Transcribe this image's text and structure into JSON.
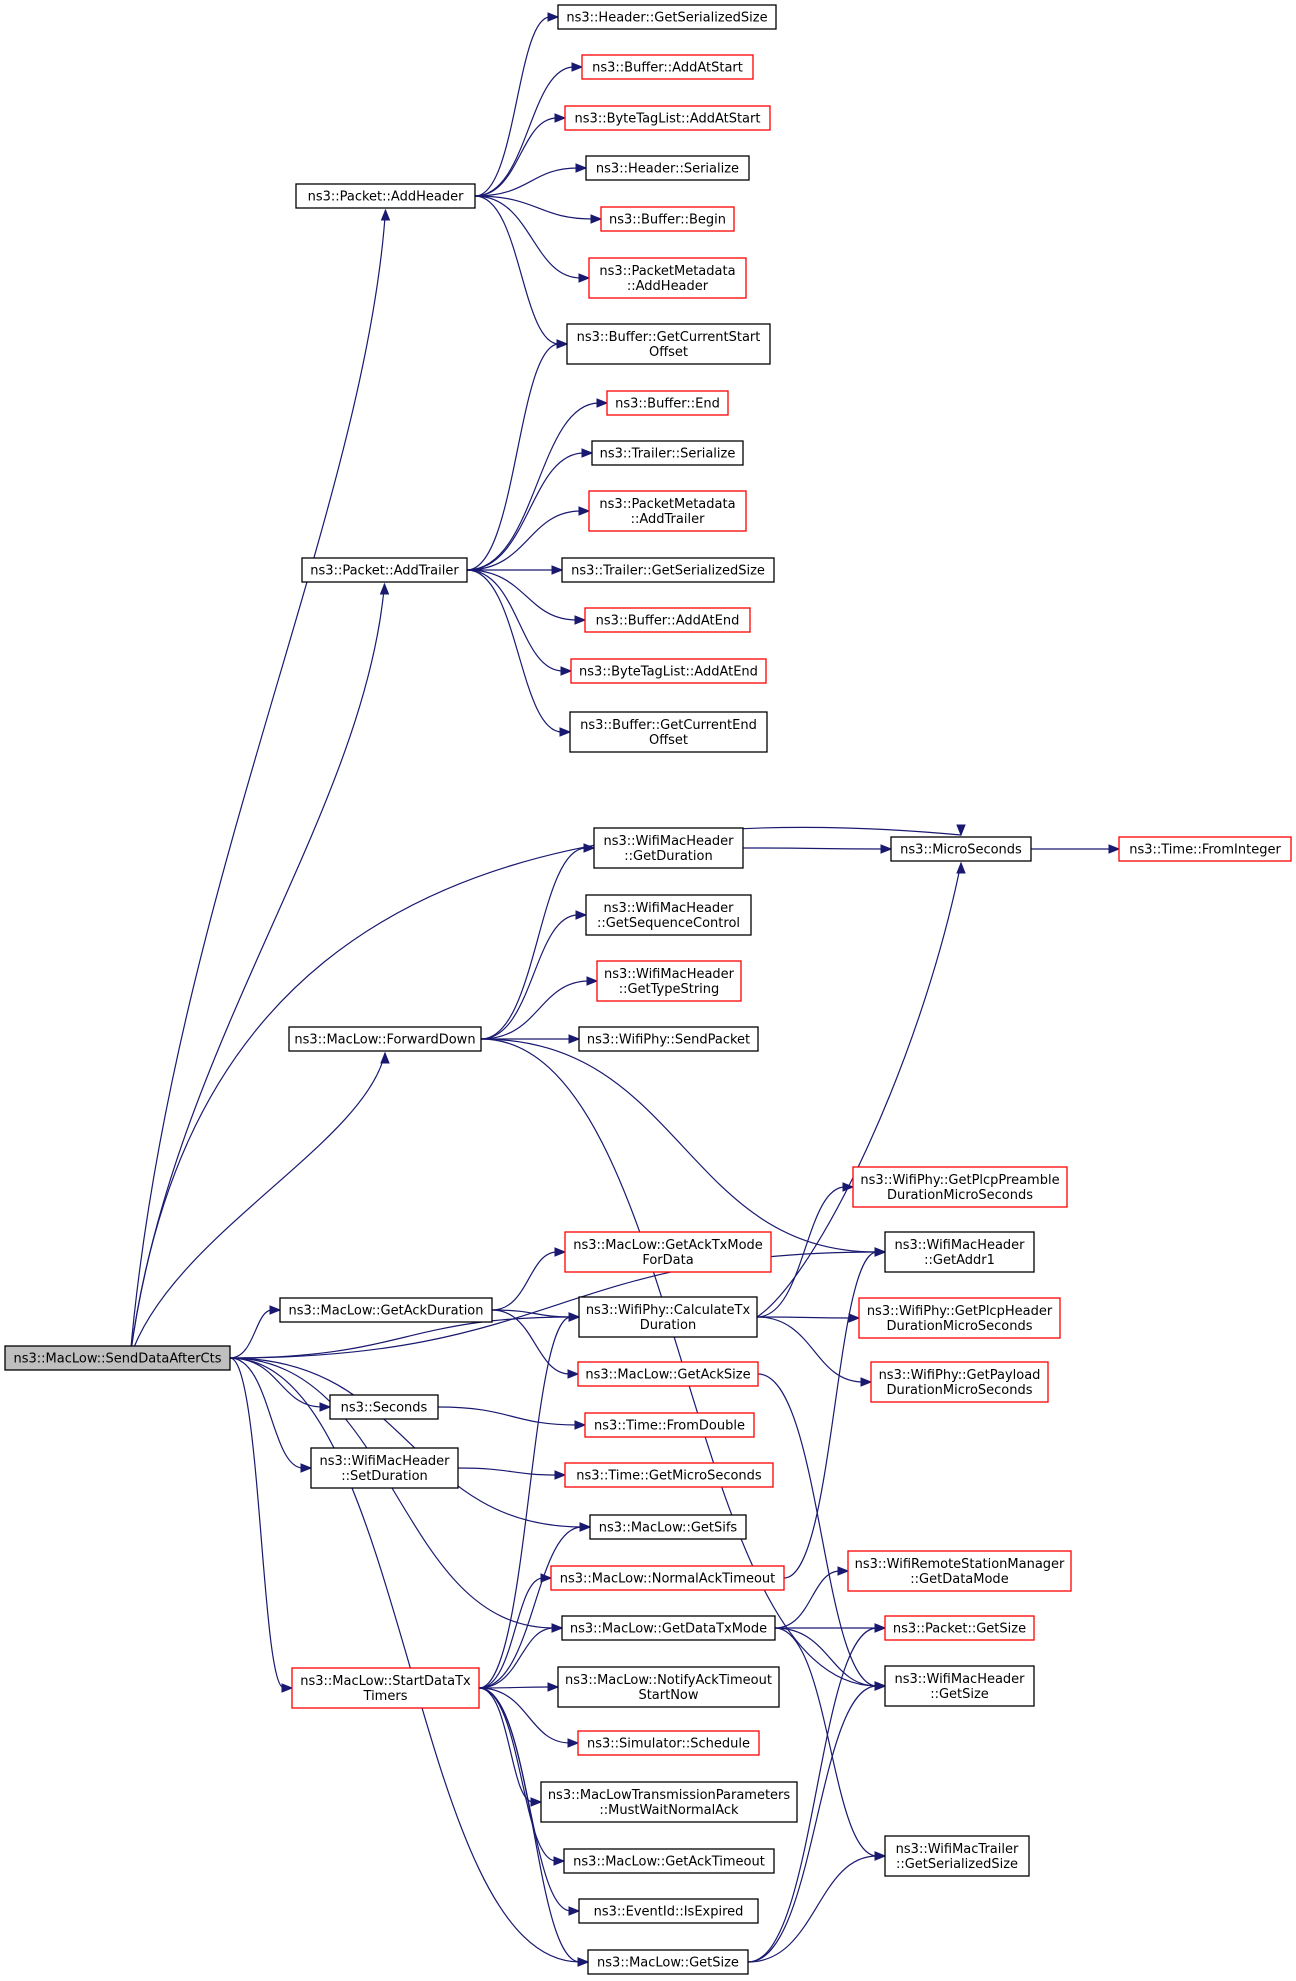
{
  "root_node": "ns3::MacLow::SendDataAfterCts",
  "nodes": {
    "root": [
      "ns3::MacLow::SendDataAfterCts"
    ],
    "addheader": [
      "ns3::Packet::AddHeader"
    ],
    "addtrailer": [
      "ns3::Packet::AddTrailer"
    ],
    "fwd": [
      "ns3::MacLow::ForwardDown"
    ],
    "getackdur": [
      "ns3::MacLow::GetAckDuration"
    ],
    "seconds": [
      "ns3::Seconds"
    ],
    "setdur": [
      "ns3::WifiMacHeader",
      "::SetDuration"
    ],
    "starttimers": [
      "ns3::MacLow::StartDataTx",
      "Timers"
    ],
    "h_getser": [
      "ns3::Header::GetSerializedSize"
    ],
    "buf_addstart": [
      "ns3::Buffer::AddAtStart"
    ],
    "btl_addstart": [
      "ns3::ByteTagList::AddAtStart"
    ],
    "h_ser": [
      "ns3::Header::Serialize"
    ],
    "buf_begin": [
      "ns3::Buffer::Begin"
    ],
    "pm_addheader": [
      "ns3::PacketMetadata",
      "::AddHeader"
    ],
    "buf_curstart": [
      "ns3::Buffer::GetCurrentStart",
      "Offset"
    ],
    "buf_end": [
      "ns3::Buffer::End"
    ],
    "t_ser": [
      "ns3::Trailer::Serialize"
    ],
    "pm_addtrailer": [
      "ns3::PacketMetadata",
      "::AddTrailer"
    ],
    "t_getser": [
      "ns3::Trailer::GetSerializedSize"
    ],
    "buf_addend": [
      "ns3::Buffer::AddAtEnd"
    ],
    "btl_addend": [
      "ns3::ByteTagList::AddAtEnd"
    ],
    "buf_curend": [
      "ns3::Buffer::GetCurrentEnd",
      "Offset"
    ],
    "wmh_getdur": [
      "ns3::WifiMacHeader",
      "::GetDuration"
    ],
    "micro": [
      "ns3::MicroSeconds"
    ],
    "fromint": [
      "ns3::Time::FromInteger"
    ],
    "wmh_getseq": [
      "ns3::WifiMacHeader",
      "::GetSequenceControl"
    ],
    "wmh_gettype": [
      "ns3::WifiMacHeader",
      "::GetTypeString"
    ],
    "phy_send": [
      "ns3::WifiPhy::SendPacket"
    ],
    "phy_preamble": [
      "ns3::WifiPhy::GetPlcpPreamble",
      "DurationMicroSeconds"
    ],
    "wmh_addr1": [
      "ns3::WifiMacHeader",
      "::GetAddr1"
    ],
    "ackmode": [
      "ns3::MacLow::GetAckTxMode",
      "ForData"
    ],
    "calctx": [
      "ns3::WifiPhy::CalculateTx",
      "Duration"
    ],
    "phy_header": [
      "ns3::WifiPhy::GetPlcpHeader",
      "DurationMicroSeconds"
    ],
    "acksize": [
      "ns3::MacLow::GetAckSize"
    ],
    "phy_payload": [
      "ns3::WifiPhy::GetPayload",
      "DurationMicroSeconds"
    ],
    "fromdouble": [
      "ns3::Time::FromDouble"
    ],
    "getmicro": [
      "ns3::Time::GetMicroSeconds"
    ],
    "getsifs": [
      "ns3::MacLow::GetSifs"
    ],
    "normalack": [
      "ns3::MacLow::NormalAckTimeout"
    ],
    "datamode": [
      "ns3::WifiRemoteStationManager",
      "::GetDataMode"
    ],
    "getdatamode": [
      "ns3::MacLow::GetDataTxMode"
    ],
    "pkt_getsize": [
      "ns3::Packet::GetSize"
    ],
    "notifyack": [
      "ns3::MacLow::NotifyAckTimeout",
      "StartNow"
    ],
    "wmh_getsize": [
      "ns3::WifiMacHeader",
      "::GetSize"
    ],
    "sched": [
      "ns3::Simulator::Schedule"
    ],
    "mustwait": [
      "ns3::MacLowTransmissionParameters",
      "::MustWaitNormalAck"
    ],
    "acktimeout": [
      "ns3::MacLow::GetAckTimeout"
    ],
    "isexpired": [
      "ns3::EventId::IsExpired"
    ],
    "wmt_getser": [
      "ns3::WifiMacTrailer",
      "::GetSerializedSize"
    ],
    "getsize": [
      "ns3::MacLow::GetSize"
    ]
  },
  "colors": {
    "edge": "#191970",
    "border_complete": "#000000",
    "border_truncated": "#ff0000",
    "root_fill": "#bfbfbf",
    "background": "#ffffff"
  }
}
